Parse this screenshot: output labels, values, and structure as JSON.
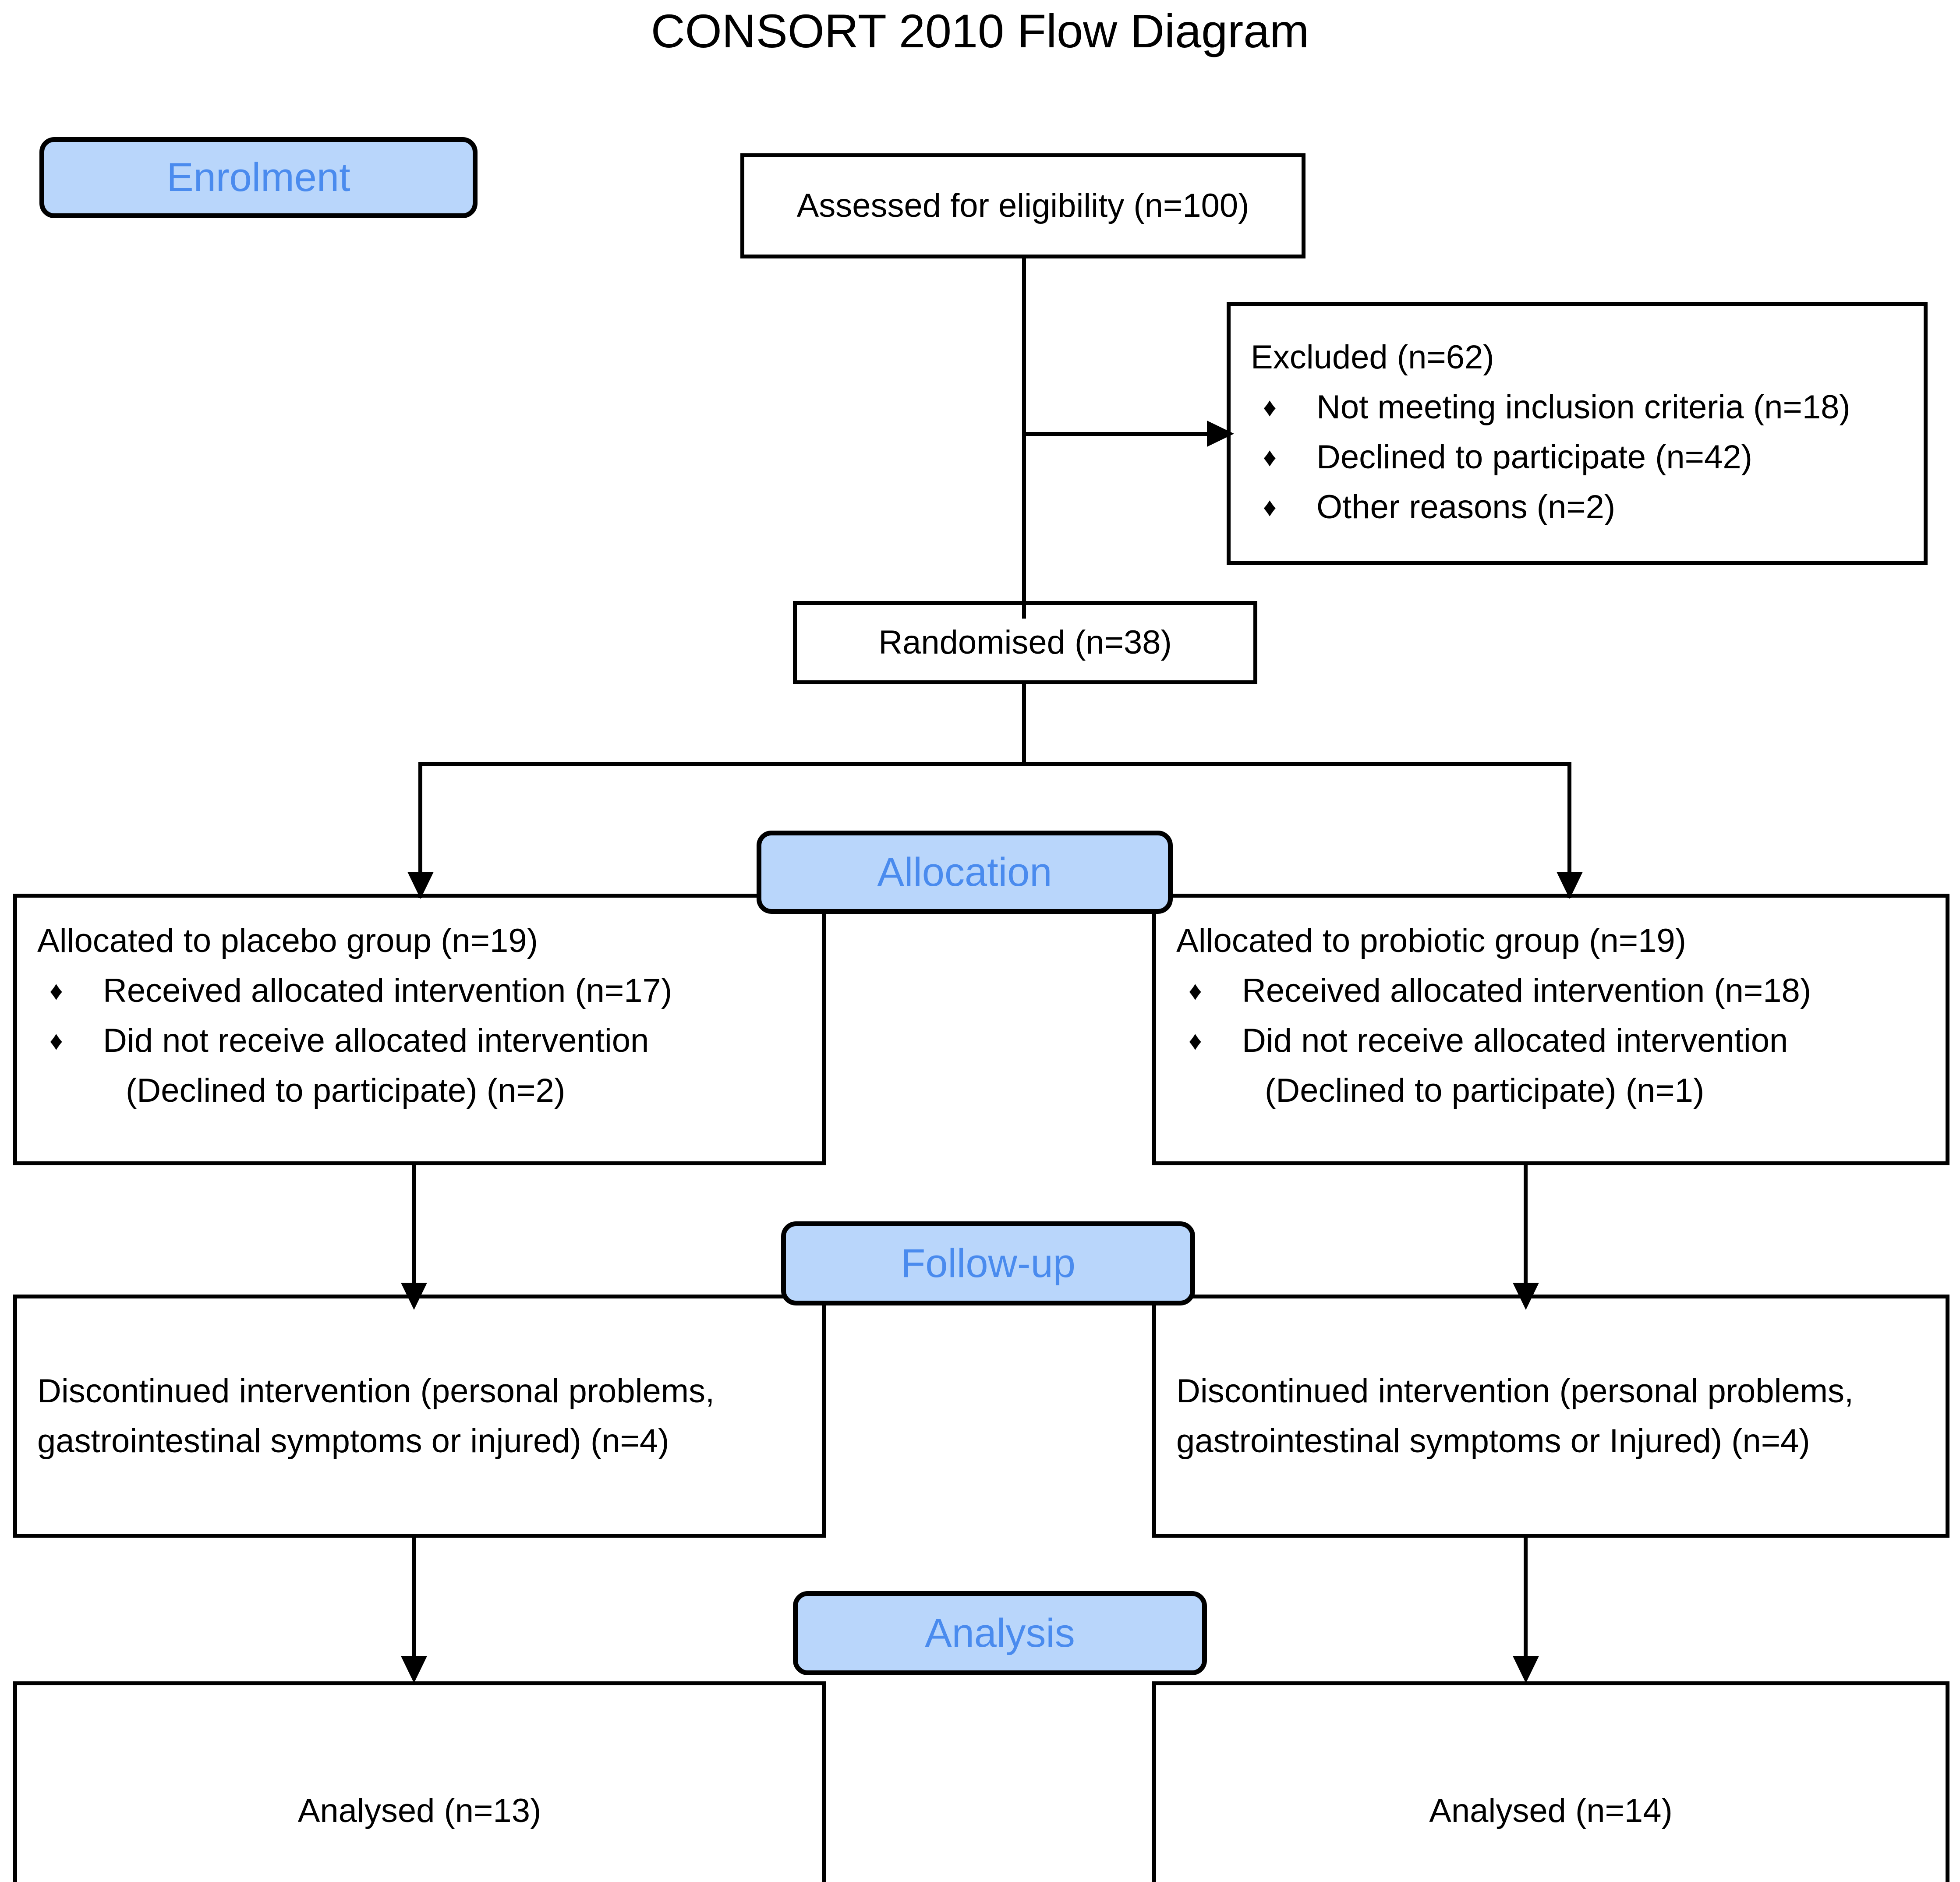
{
  "diagram": {
    "title": "CONSORT 2010 Flow Diagram",
    "accent_blue_fill": "#b9d6fb",
    "accent_blue_text": "#4a8bee",
    "line_color": "#000000",
    "bullet_glyph": "♦"
  },
  "stages": {
    "enrolment": "Enrolment",
    "allocation": "Allocation",
    "followup": "Follow-up",
    "analysis": "Analysis"
  },
  "nodes": {
    "assessed": {
      "text": "Assessed for eligibility (n=100)",
      "n": 100
    },
    "excluded": {
      "heading": "Excluded (n=62)",
      "n": 62,
      "reasons": [
        {
          "label": "Not meeting inclusion criteria (n=18)",
          "n": 18
        },
        {
          "label": "Declined to participate (n=42)",
          "n": 42
        },
        {
          "label": "Other reasons (n=2)",
          "n": 2
        }
      ]
    },
    "randomised": {
      "text": "Randomised (n=38)",
      "n": 38
    },
    "allocated_placebo": {
      "heading": "Allocated to placebo group (n=19)",
      "n": 19,
      "items": [
        {
          "line1": "Received allocated intervention (n=17)",
          "line2": "",
          "n": 17
        },
        {
          "line1": "Did not receive allocated intervention",
          "line2": "(Declined to participate) (n=2)",
          "n": 2
        }
      ]
    },
    "allocated_probiotic": {
      "heading": "Allocated to probiotic group (n=19)",
      "n": 19,
      "items": [
        {
          "line1": "Received allocated intervention (n=18)",
          "line2": "",
          "n": 18
        },
        {
          "line1": "Did not receive allocated intervention",
          "line2": "(Declined to participate) (n=1)",
          "n": 1
        }
      ]
    },
    "followup_placebo": {
      "line1": "Discontinued intervention (personal problems,",
      "line2": "gastrointestinal symptoms or injured) (n=4)",
      "n": 4
    },
    "followup_probiotic": {
      "line1": "Discontinued intervention (personal problems,",
      "line2": "gastrointestinal symptoms or Injured) (n=4)",
      "n": 4
    },
    "analysed_placebo": {
      "text": "Analysed (n=13)",
      "n": 13
    },
    "analysed_probiotic": {
      "text": "Analysed (n=14)",
      "n": 14
    }
  }
}
